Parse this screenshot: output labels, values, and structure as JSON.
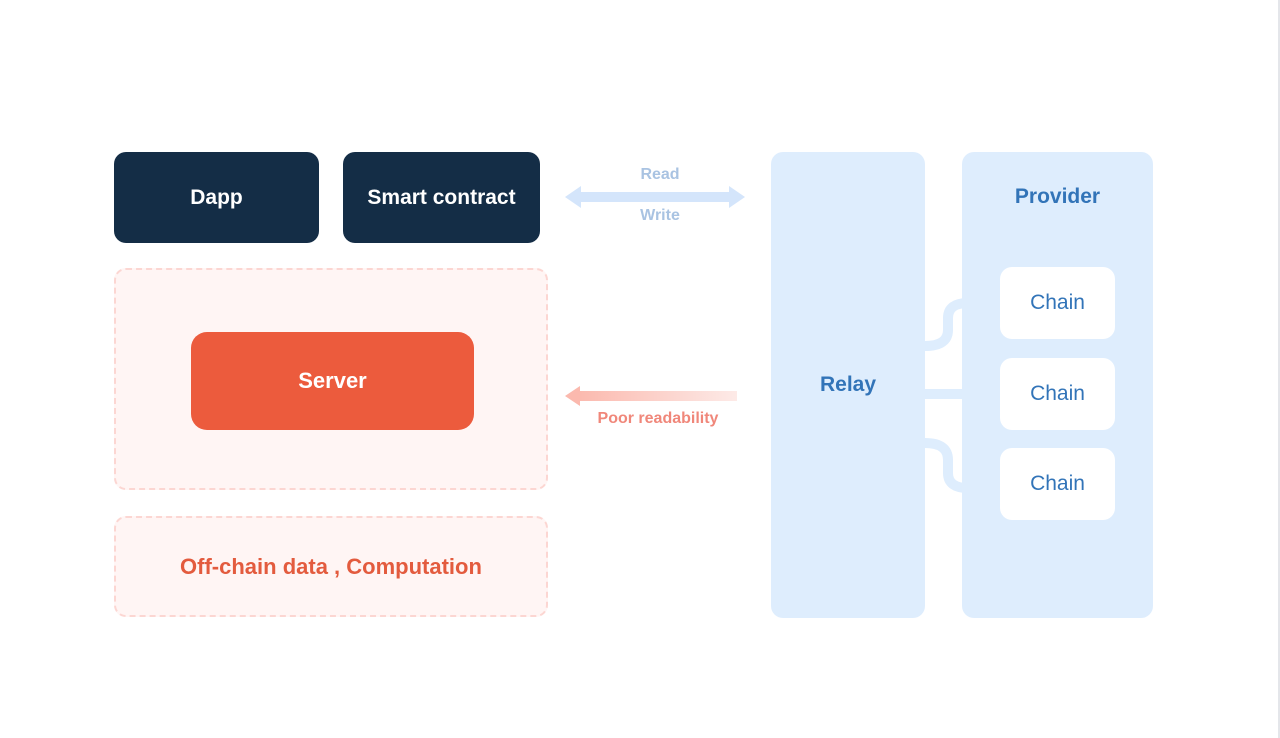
{
  "left": {
    "dapp_label": "Dapp",
    "smart_contract_label": "Smart contract",
    "server_label": "Server",
    "offchain_label": "Off-chain data , Computation"
  },
  "arrows": {
    "read_label": "Read",
    "write_label": "Write",
    "poor_readability_label": "Poor readability"
  },
  "right": {
    "relay_label": "Relay",
    "provider_label": "Provider",
    "chains": [
      "Chain",
      "Chain",
      "Chain"
    ]
  },
  "colors": {
    "dark_box": "#142d46",
    "server": "#ec5b3d",
    "offchain_text": "#e35b3e",
    "panel": "#deedfd",
    "panel_text": "#3274b8",
    "arrow_blue": "#d4e5fb",
    "arrow_red": "#fbb9ae"
  }
}
